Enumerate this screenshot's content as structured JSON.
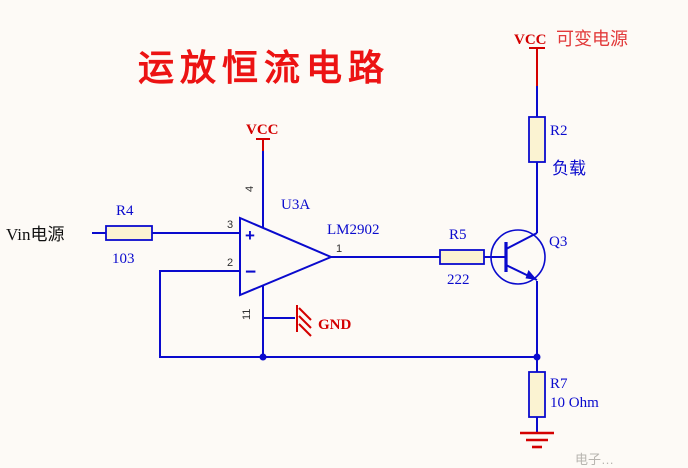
{
  "title": "运放恒流电路",
  "colors": {
    "wire": "#0a0acd",
    "red": "#d40000",
    "blue_text": "#0a0acd",
    "component_fill": "#fbf3d2",
    "pin_text": "#2f2f2f"
  },
  "power": {
    "vcc_top": "VCC",
    "vcc_top_note": "可变电源",
    "vcc_opamp": "VCC",
    "gnd_label": "GND"
  },
  "input": {
    "label": "Vin电源"
  },
  "components": {
    "r2": {
      "name": "R2",
      "note": "负载"
    },
    "r4": {
      "name": "R4",
      "value": "103"
    },
    "r5": {
      "name": "R5",
      "value": "222"
    },
    "r7": {
      "name": "R7",
      "value": "10 Ohm"
    },
    "q3": {
      "name": "Q3"
    },
    "opamp": {
      "designator": "U3A",
      "part": "LM2902",
      "pin_noninv": "3",
      "pin_inv": "2",
      "pin_out": "1",
      "pin_vplus": "4",
      "pin_vminus": "11",
      "plus": "+",
      "minus": "−"
    }
  },
  "watermark": "电子…"
}
